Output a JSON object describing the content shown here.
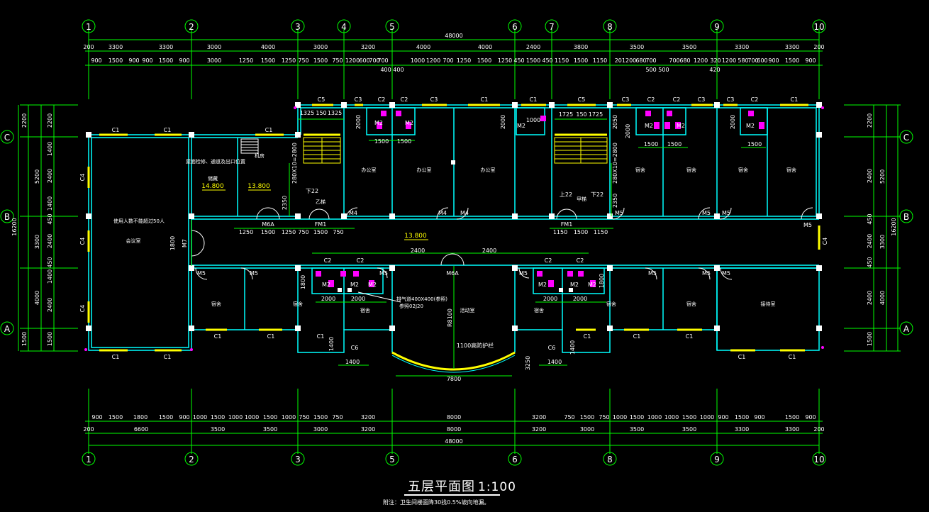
{
  "drawing": {
    "title": "五层平面图",
    "scale": "1:100",
    "notes": [
      "附注：卫生间楼面降30找0.5%坡向地漏。"
    ]
  },
  "axes": {
    "vertical": [
      "1",
      "2",
      "3",
      "4",
      "5",
      "6",
      "7",
      "8",
      "9",
      "10"
    ],
    "horizontal": [
      "C",
      "B",
      "A"
    ]
  },
  "dimensions": {
    "top_total": "48000",
    "top_row1": [
      "200",
      "3300",
      "3300",
      "3000",
      "4000",
      "3000",
      "3200",
      "4000",
      "4000",
      "2400",
      "3800",
      "3500",
      "3500",
      "3300",
      "3300",
      "200"
    ],
    "top_row2": [
      "900",
      "1500",
      "900",
      "900",
      "1500",
      "900",
      "3000",
      "1250",
      "1500",
      "1250",
      "750",
      "1500",
      "750",
      "1200",
      "600",
      "700",
      "700",
      "1000",
      "1200",
      "700",
      "1250",
      "1500",
      "1250",
      "450",
      "1500",
      "450",
      "1150",
      "1500",
      "1150",
      "201200",
      "680",
      "700",
      "700",
      "680",
      "1200",
      "320",
      "1200",
      "580",
      "700",
      "600",
      "900",
      "1500",
      "900"
    ],
    "top_sub": [
      "400 400",
      "500 500",
      "420"
    ],
    "bottom_row1": [
      "900",
      "1500",
      "1800",
      "1500",
      "900",
      "1000",
      "1500",
      "1000",
      "1000",
      "1500",
      "1000",
      "750",
      "1500",
      "750",
      "3200",
      "8000",
      "3200",
      "750",
      "1500",
      "750",
      "1000",
      "1500",
      "1000",
      "1000",
      "1500",
      "1000",
      "900",
      "1500",
      "900",
      "1500",
      "900"
    ],
    "bottom_row2": [
      "200",
      "6600",
      "3500",
      "3500",
      "3000",
      "3200",
      "8000",
      "3200",
      "3000",
      "3500",
      "3500",
      "3300",
      "3300",
      "200"
    ],
    "bottom_total": "48000",
    "left_outer": [
      "2200",
      "1400",
      "2400",
      "1400",
      "450",
      "2400",
      "450",
      "1400",
      "2400",
      "1500"
    ],
    "left_mid": [
      "5200",
      "3300",
      "4000"
    ],
    "left_total": "16200",
    "right_outer": [
      "2200",
      "2400",
      "450",
      "2400",
      "450",
      "2400",
      "1500"
    ],
    "right_mid": [
      "5200",
      "3300",
      "4000"
    ],
    "right_total": "16200"
  },
  "labels": {
    "windows": [
      "C1",
      "C2",
      "C3",
      "C4",
      "C5",
      "C6"
    ],
    "doors": [
      "M2",
      "M4",
      "M5",
      "M6A",
      "M7",
      "FM1"
    ],
    "rooms": {
      "conference": "会议室",
      "conference_note": "使用人数不能超过50人",
      "office": "办公室",
      "dorm": "宿舍",
      "reception": "接待室",
      "activity": "活动室",
      "storage": "储藏",
      "elevator_machine": "机房",
      "stair_a": "甲梯",
      "stair_b": "乙梯",
      "duct": "排气道400X400(参照)",
      "duct_ref": "参照02J20",
      "pipe_note": "屋面检修、通道及出口位置"
    },
    "elevations": [
      "14.800",
      "13.800",
      "13.800"
    ],
    "stair_up": "上22",
    "stair_down": "下22",
    "stair_spec": "280X10=2800",
    "stair_dims": [
      "1325",
      "150",
      "1325",
      "1725",
      "150",
      "1725"
    ],
    "radius": "R8100",
    "railing": "1100高防护栏",
    "span_7800": "7800",
    "misc": [
      "2000",
      "1500",
      "1800",
      "2350",
      "2050",
      "1400",
      "1000",
      "3250",
      "2400"
    ]
  },
  "colors": {
    "background": "#000000",
    "axis": "#00ff00",
    "wall": "#00ffff",
    "column": "#ffffff",
    "window": "#ffff00",
    "fixture": "#ff00ff",
    "text": "#ffffff"
  }
}
